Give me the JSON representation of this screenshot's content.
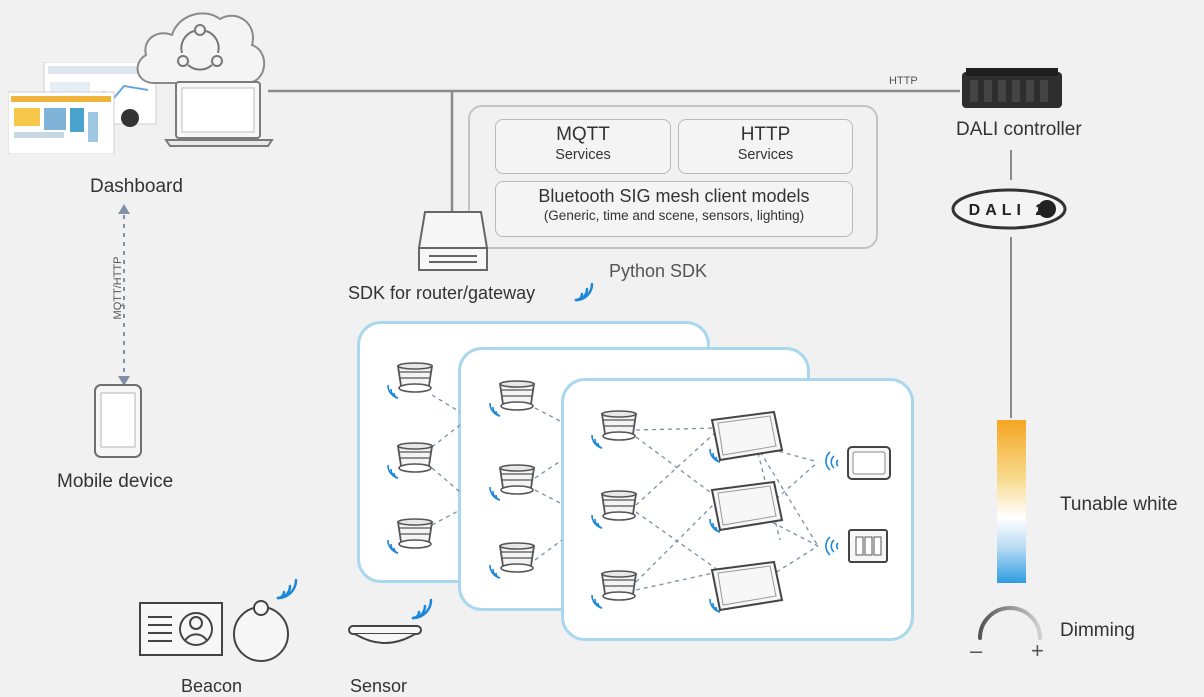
{
  "labels": {
    "dashboard": "Dashboard",
    "mobile_device": "Mobile device",
    "mqtt_http_link": "MQTT/HTTP",
    "http_link": "HTTP",
    "dali_controller": "DALI controller",
    "dali_logo": "DALI 2",
    "python_sdk": "Python SDK",
    "sdk_gateway": "SDK for router/gateway",
    "tunable_white": "Tunable white",
    "dimming": "Dimming",
    "dimming_minus": "–",
    "dimming_plus": "+",
    "beacon": "Beacon",
    "sensor": "Sensor"
  },
  "services": {
    "mqtt": {
      "title": "MQTT",
      "sub": "Services"
    },
    "http": {
      "title": "HTTP",
      "sub": "Services"
    },
    "bluetooth": {
      "title": "Bluetooth SIG mesh client models",
      "sub": "(Generic, time and scene, sensors, lighting)"
    }
  },
  "colors": {
    "background": "#f1f1f1",
    "line": "#8a8a8a",
    "panel_border": "#a9d8ee",
    "wireless_blue": "#1e88d8",
    "tunable_warm": "#f5a623",
    "tunable_cool": "#2d9de0"
  },
  "icons": [
    "cloud-icon",
    "laptop-icon",
    "dashboard-screens-icon",
    "tablet-icon",
    "router-icon",
    "dali-controller-icon",
    "downlight-icon",
    "panel-light-icon",
    "wall-panel-icon",
    "switch-icon",
    "wireless-icon",
    "beacon-card-icon",
    "beacon-tag-icon",
    "sensor-icon",
    "dimming-knob-icon"
  ]
}
